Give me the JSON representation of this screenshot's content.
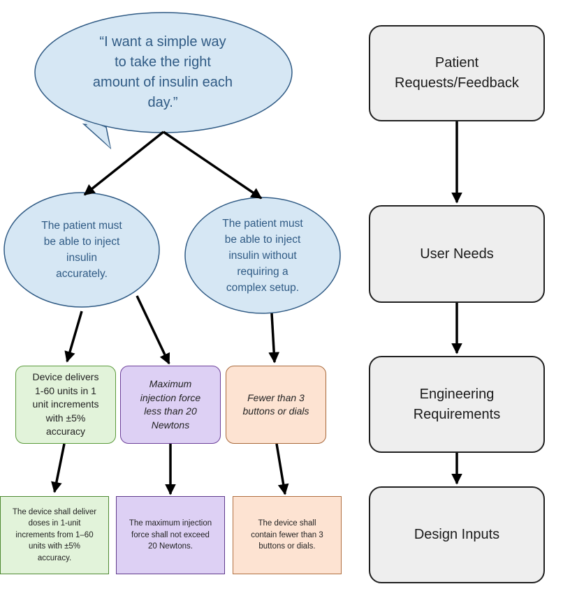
{
  "quote": {
    "lines": [
      "“I want a simple  way",
      "to take the right",
      "amount of insulin each",
      "day.”"
    ]
  },
  "user_needs": [
    {
      "lines": [
        "The patient must",
        "be able to inject",
        "insulin",
        "accurately."
      ]
    },
    {
      "lines": [
        "The patient must",
        "be able to inject",
        "insulin without",
        "requiring a",
        "complex setup."
      ]
    }
  ],
  "engineering_requirements": [
    {
      "lines": [
        "Device delivers",
        "1-60 units in 1",
        "unit increments",
        "with ±5%",
        "accuracy"
      ],
      "color": "#e2f3da"
    },
    {
      "lines": [
        "Maximum",
        "injection force",
        "less than 20",
        "Newtons"
      ],
      "color": "#ddd0f4"
    },
    {
      "lines": [
        "Fewer than 3",
        "buttons or dials"
      ],
      "color": "#fde3d2"
    }
  ],
  "design_inputs": [
    {
      "lines": [
        "The device shall deliver",
        "doses in 1-unit",
        "increments from 1–60",
        "units with ±5%",
        "accuracy."
      ]
    },
    {
      "lines": [
        "The maximum injection",
        "force shall not exceed",
        "20 Newtons."
      ]
    },
    {
      "lines": [
        "The device shall",
        "contain fewer than 3",
        "buttons or dials."
      ]
    }
  ],
  "flow_steps": [
    {
      "lines": [
        "Patient",
        "Requests/Feedback"
      ]
    },
    {
      "lines": [
        "User Needs"
      ]
    },
    {
      "lines": [
        "Engineering",
        "Requirements"
      ]
    },
    {
      "lines": [
        "Design Inputs"
      ]
    }
  ],
  "colors": {
    "bubble_fill": "#d6e7f4",
    "bubble_stroke": "#2f5a84",
    "green": "#e2f3da",
    "purple": "#ddd0f4",
    "orange": "#fde3d2",
    "flow_fill": "#eeeeee"
  }
}
